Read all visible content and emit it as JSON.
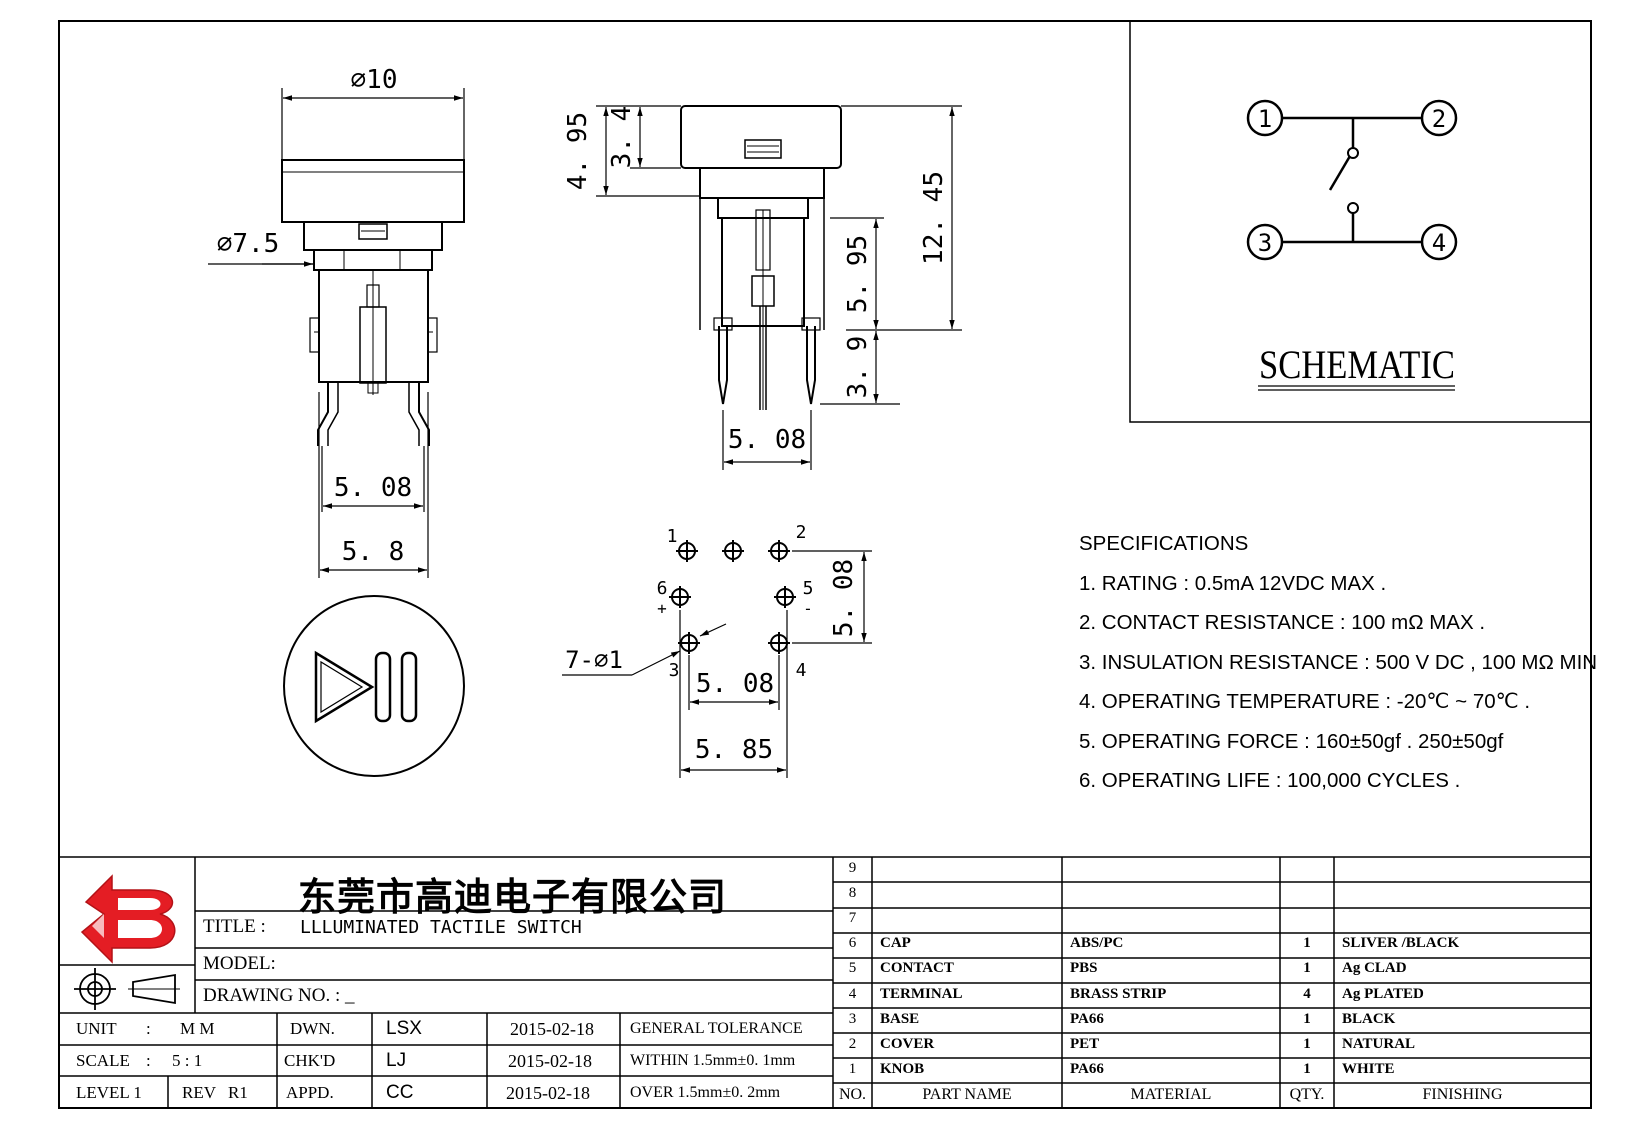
{
  "dimensions": {
    "side_top_dia": "⌀10",
    "side_mid_dia": "⌀7.5",
    "side_pitch": "5. 08",
    "side_body": "5. 8",
    "front_cap_total": "4. 95",
    "front_cap": "3. 4",
    "front_overall": "12. 45",
    "front_body": "5. 95",
    "front_pin": "3. 9",
    "front_pitch": "5. 08",
    "foot_hole": "7-⌀1",
    "foot_pitch_h": "5. 08",
    "foot_width": "5. 85",
    "foot_pitch_v": "5. 08"
  },
  "pins": [
    "1",
    "2",
    "3",
    "4",
    "5",
    "6"
  ],
  "pin_polarity": {
    "plus": "+",
    "minus": "-"
  },
  "schematic": {
    "pins": [
      "1",
      "2",
      "3",
      "4"
    ],
    "label": "SCHEMATIC"
  },
  "specifications": {
    "heading": "SPECIFICATIONS",
    "items": [
      "1. RATING : 0.5mA 12VDC MAX .",
      "2. CONTACT RESISTANCE : 100 mΩ MAX .",
      "3. INSULATION RESISTANCE : 500 V DC , 100 MΩ MIN",
      "4. OPERATING TEMPERATURE : -20℃ ~ 70℃ .",
      "5. OPERATING FORCE : 160±50gf . 250±50gf",
      "6. OPERATING LIFE : 100,000 CYCLES ."
    ]
  },
  "title_block": {
    "company": "东莞市高迪电子有限公司",
    "title_label": "TITLE :",
    "title_value": "LLLUMINATED TACTILE SWITCH",
    "model_label": "MODEL:",
    "drawing_no_label": "DRAWING NO. : _",
    "unit_label": "UNIT",
    "unit_sep": ":",
    "unit_value": "M M",
    "scale_label": "SCALE",
    "scale_sep": ":",
    "scale_value": "5 : 1",
    "level_label": "LEVEL 1",
    "rev_label": "REV",
    "rev_value": "R1",
    "dwn_label": "DWN.",
    "dwn_name": "LSX",
    "dwn_date": "2015-02-18",
    "chk_label": "CHK'D",
    "chk_name": "LJ",
    "chk_date": "2015-02-18",
    "appd_label": "APPD.",
    "appd_name": "CC",
    "appd_date": "2015-02-18",
    "tol_heading": "GENERAL TOLERANCE",
    "tol_within": "WITHIN 1.5mm±0. 1mm",
    "tol_over": "OVER 1.5mm±0. 2mm"
  },
  "bom": {
    "headers": {
      "no": "NO.",
      "part": "PART NAME",
      "material": "MATERIAL",
      "qty": "QTY.",
      "finishing": "FINISHING"
    },
    "rows": [
      {
        "no": "9",
        "part": "",
        "material": "",
        "qty": "",
        "finishing": ""
      },
      {
        "no": "8",
        "part": "",
        "material": "",
        "qty": "",
        "finishing": ""
      },
      {
        "no": "7",
        "part": "",
        "material": "",
        "qty": "",
        "finishing": ""
      },
      {
        "no": "6",
        "part": "CAP",
        "material": "ABS/PC",
        "qty": "1",
        "finishing": "SLIVER /BLACK"
      },
      {
        "no": "5",
        "part": "CONTACT",
        "material": "PBS",
        "qty": "1",
        "finishing": "Ag CLAD"
      },
      {
        "no": "4",
        "part": "TERMINAL",
        "material": "BRASS STRIP",
        "qty": "4",
        "finishing": "Ag PLATED"
      },
      {
        "no": "3",
        "part": "BASE",
        "material": "PA66",
        "qty": "1",
        "finishing": "BLACK"
      },
      {
        "no": "2",
        "part": "COVER",
        "material": "PET",
        "qty": "1",
        "finishing": "NATURAL"
      },
      {
        "no": "1",
        "part": "KNOB",
        "material": "PA66",
        "qty": "1",
        "finishing": "WHITE"
      }
    ]
  },
  "colors": {
    "logo": "#e41d24",
    "line": "#000000"
  }
}
